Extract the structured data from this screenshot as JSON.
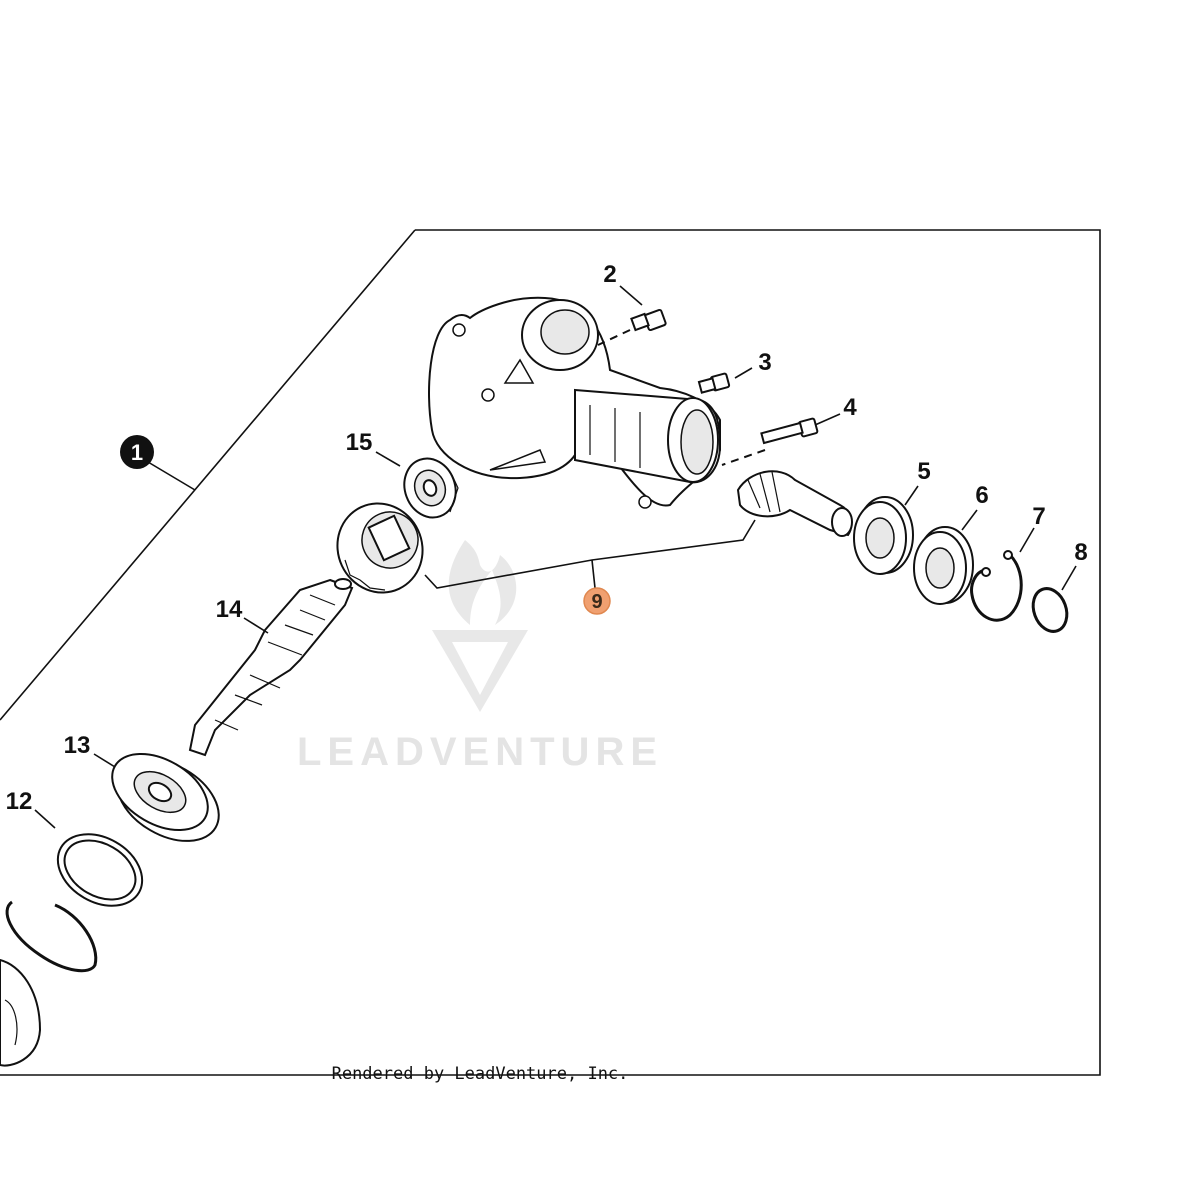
{
  "diagram": {
    "assembly_callout": "1",
    "highlighted_callout": "9",
    "highlight_color": "#f0a070",
    "callouts": [
      "2",
      "3",
      "4",
      "5",
      "6",
      "7",
      "8",
      "12",
      "13",
      "14",
      "15"
    ],
    "watermark": "LEADVENTURE",
    "footer": "Rendered by LeadVenture, Inc."
  }
}
